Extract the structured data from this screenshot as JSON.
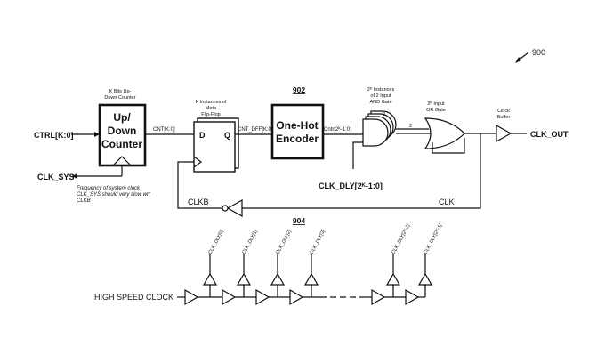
{
  "figure_number": "900",
  "section_top": "902",
  "section_bottom": "904",
  "counter": {
    "caption_line1": "K Bits Up-",
    "caption_line2": "Down Counter",
    "title_line1": "Up/",
    "title_line2": "Down",
    "title_line3": "Counter"
  },
  "flipflop": {
    "caption_line1": "K Instances of",
    "caption_line2": "Meta",
    "caption_line3": "Flip-Flop",
    "pin_d": "D",
    "pin_q": "Q"
  },
  "encoder": {
    "title_line1": "One-Hot",
    "title_line2": "Encoder"
  },
  "and_gates": {
    "caption_line1": "2ᴷ Instances",
    "caption_line2": "of 2 Input",
    "caption_line3": "AND Gate"
  },
  "or_gate": {
    "caption_line1": "2ᴷ Input",
    "caption_line2": "OR Gate"
  },
  "clock_buffer": {
    "caption_line1": "Clock",
    "caption_line2": "Buffer"
  },
  "signals": {
    "ctrl_in": "CTRL[K:0]",
    "clk_sys": "CLK_SYS",
    "cnt": "CNT[K:0]",
    "cnt_dff": "CNT_DFF[K:0]",
    "cntr": "Cntr[2ᴷ-1:0]",
    "clk_dly_bus": "CLK_DLY[2ᴷ-1:0]",
    "clk_out": "CLK_OUT",
    "clk": "CLK",
    "clkb": "CLKB",
    "high_speed_clock": "HIGH SPEED CLOCK",
    "gate_mark": "2"
  },
  "note": {
    "line1": "Frequency of system clock",
    "line2": "CLK_SYS should very slow wrt",
    "line3": "CLKB"
  },
  "delay_taps": [
    {
      "label": "CLK_DLY[0]"
    },
    {
      "label": "CLK_DLY[1]"
    },
    {
      "label": "CLK_DLY[2]"
    },
    {
      "label": "CLK_DLY[3]"
    },
    {
      "label": "CLK_DLY[2ᴷ-2]"
    },
    {
      "label": "CLK_DLY[2ᴷ-1]"
    }
  ]
}
